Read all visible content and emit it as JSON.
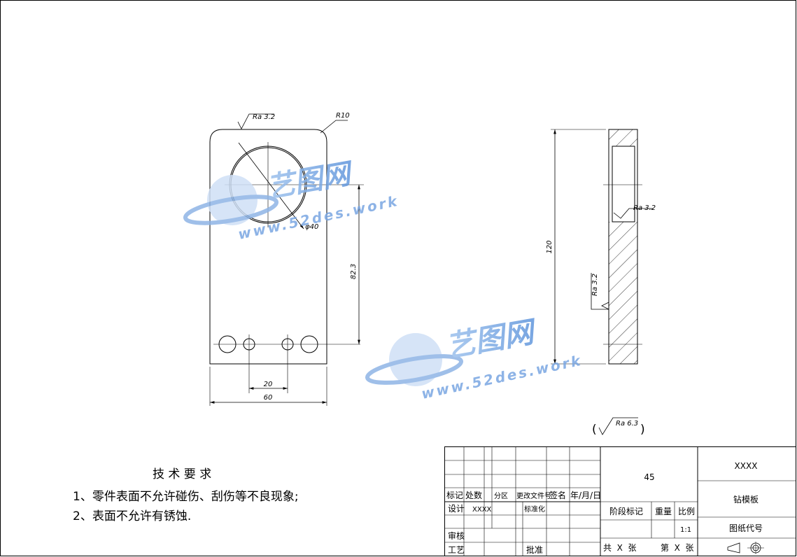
{
  "part_view": {
    "callouts": {
      "roughness_top": "Ra 3.2",
      "radius": "R10",
      "hole_dia": "φ40"
    },
    "dims": {
      "height": "82.3",
      "hole_spacing": "20",
      "width": "60"
    }
  },
  "side_view": {
    "dims": {
      "height": "120"
    },
    "roughness_right": "Ra 3.2",
    "roughness_left": "Ra 3.2"
  },
  "general_roughness": {
    "open_paren": "(",
    "value": "Ra 6.3",
    "close_paren": ")"
  },
  "tech_requirements": {
    "title": "技 术 要 求",
    "items": [
      "1、零件表面不允许碰伤、刮伤等不良现象;",
      "2、表面不允许有锈蚀."
    ]
  },
  "watermark": {
    "logo_text": "艺图网",
    "url": "www.52des.work"
  },
  "title_block": {
    "material": "45",
    "company": "XXXX",
    "part_name": "钻模板",
    "drawing_no_label": "图纸代号",
    "header": {
      "mark": "标记",
      "count": "处数",
      "zone": "分区",
      "doc_no": "更改文件号",
      "sign": "签名",
      "date": "年/月/日"
    },
    "design": "设计",
    "designer": "XXXX",
    "standardize": "标准化",
    "review": "审核",
    "process": "工艺",
    "approve": "批准",
    "stage": "阶段标记",
    "weight": "重量",
    "scale_label": "比例",
    "scale": "1:1",
    "sheets": "共  X  张",
    "sheet_no": "第  X  张"
  }
}
